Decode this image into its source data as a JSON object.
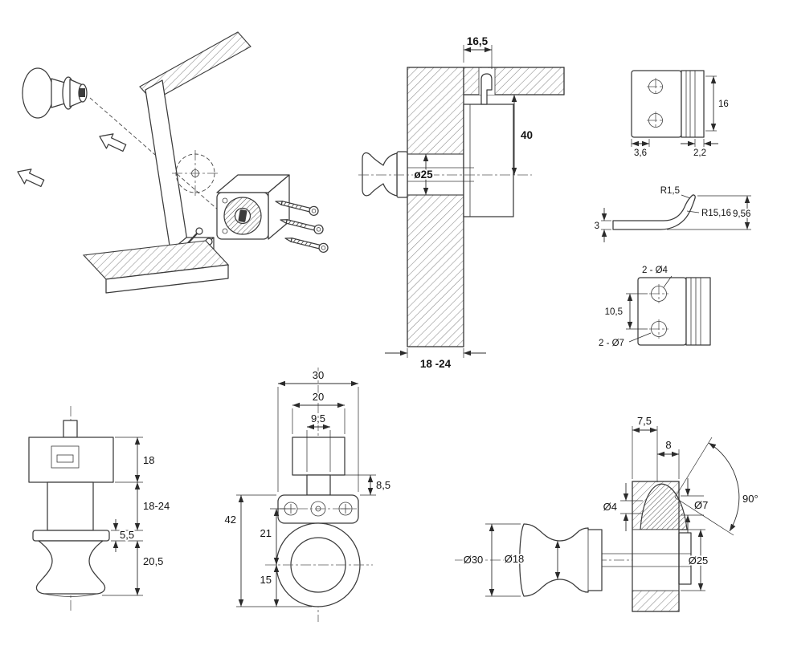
{
  "drawing": {
    "section_view": {
      "top_offset": "16,5",
      "height_to_axis": "40",
      "hole_dia": "ø25",
      "panel_thickness": "18 -24"
    },
    "plate_top": {
      "height": "16",
      "thickness_a": "3,6",
      "thickness_b": "2,2"
    },
    "hook": {
      "tip_radius": "R1,5",
      "curve_radius": "R15,16",
      "height": "9,56",
      "thickness": "3"
    },
    "plate_holes": {
      "small": "2 - Ø4",
      "spacing": "10,5",
      "large": "2 - Ø7"
    },
    "knob_front": {
      "body_height": "18",
      "grip_range": "18-24",
      "flange_height": "5,5",
      "knob_height": "20,5"
    },
    "lock_front": {
      "overall_width": "30",
      "body_width": "20",
      "spindle_width": "9,5",
      "spindle_height": "8,5",
      "overall_height": "42",
      "upper_offset": "21",
      "lower_offset": "15"
    },
    "knob_side": {
      "offset_a": "7,5",
      "offset_b": "8",
      "pin_small": "Ø4",
      "pin_large": "Ø7",
      "rotation": "90°",
      "knob_dia": "Ø30",
      "waist_dia": "Ø18",
      "base_dia": "Ø25"
    }
  }
}
